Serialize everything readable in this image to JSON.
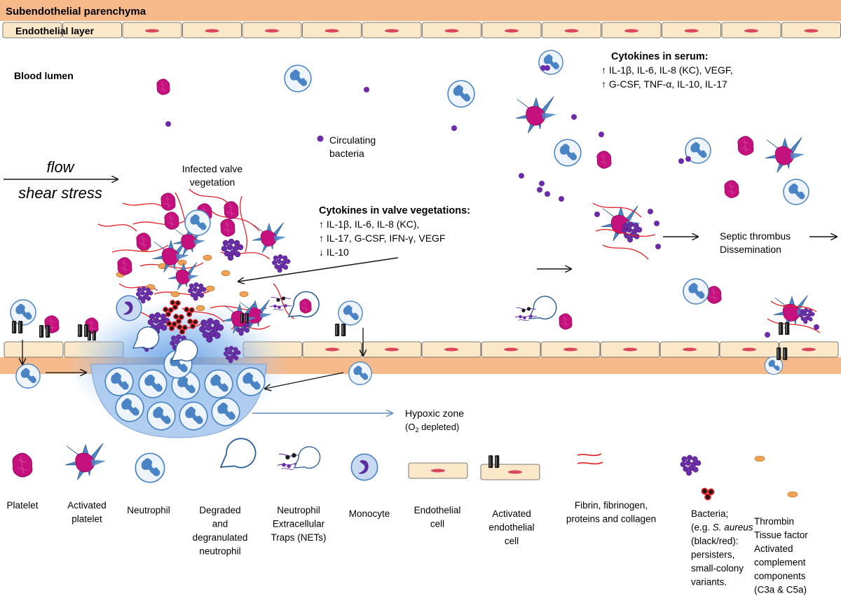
{
  "labels": {
    "subendothelial": "Subendothelial parenchyma",
    "endothelial_layer": "Endothelial layer",
    "blood_lumen": "Blood lumen",
    "flow": "flow",
    "shear_stress": "shear stress",
    "infected_valve": [
      "Infected valve",
      "vegetation"
    ],
    "circulating_bacteria": [
      "Circulating",
      "bacteria"
    ],
    "cytokines_valve": {
      "title": "Cytokines in valve vegetations:",
      "lines": [
        "↑ IL-1β, IL-6, IL-8 (KC),",
        "↑ IL-17, G-CSF, IFN-γ, VEGF",
        "↓ IL-10"
      ]
    },
    "cytokines_serum": {
      "title": "Cytokines in serum:",
      "lines": [
        "↑ IL-1β, IL-6, IL-8 (KC), VEGF,",
        "↑ G-CSF, TNF-α, IL-10, IL-17"
      ]
    },
    "septic": [
      "Septic thrombus",
      "Dissemination"
    ],
    "hypoxic": [
      "Hypoxic zone",
      "(O",
      "2",
      " depleted)"
    ]
  },
  "legend": [
    {
      "key": "platelet",
      "lines": [
        "Platelet"
      ]
    },
    {
      "key": "activated-platelet",
      "lines": [
        "Activated",
        "platelet"
      ]
    },
    {
      "key": "neutrophil",
      "lines": [
        "Neutrophil"
      ]
    },
    {
      "key": "degraded-neutrophil",
      "lines": [
        "Degraded",
        "and",
        "degranulated",
        "neutrophil"
      ]
    },
    {
      "key": "nets",
      "lines": [
        "Neutrophil",
        "Extracellular",
        "Traps (NETs)"
      ]
    },
    {
      "key": "monocyte",
      "lines": [
        "Monocyte"
      ]
    },
    {
      "key": "endothelial-cell",
      "lines": [
        "Endothelial",
        "cell"
      ]
    },
    {
      "key": "activated-endothelial-cell",
      "lines": [
        "Activated",
        "endothelial",
        "cell"
      ]
    },
    {
      "key": "fibrin",
      "lines": [
        "Fibrin,  fibrinogen,",
        "proteins and collagen"
      ]
    },
    {
      "key": "bacteria",
      "lines": [
        "Bacteria;",
        "(e.g. S. aureus",
        "(black/red):",
        "persisters,",
        "small-colony",
        "variants."
      ]
    },
    {
      "key": "thrombin",
      "lines": [
        "Thrombin",
        "Tissue factor",
        "Activated",
        "complement",
        "components",
        "(C3a & C5a)"
      ]
    }
  ],
  "colors": {
    "parenchyma": "#f6b98a",
    "endo_cell": "#fbe8c8",
    "nucleus": "#d8475a",
    "platelet": "#c4117d",
    "activated_spikes": "#4e86c4",
    "bacteria": "#6a2ca8",
    "neutrophil": "#4a84c4",
    "fibrin": "#e21f26",
    "thrombin": "#f0a356",
    "hypoxic_glow": "#7fb2ec",
    "receptor": "#1a1a1a"
  }
}
